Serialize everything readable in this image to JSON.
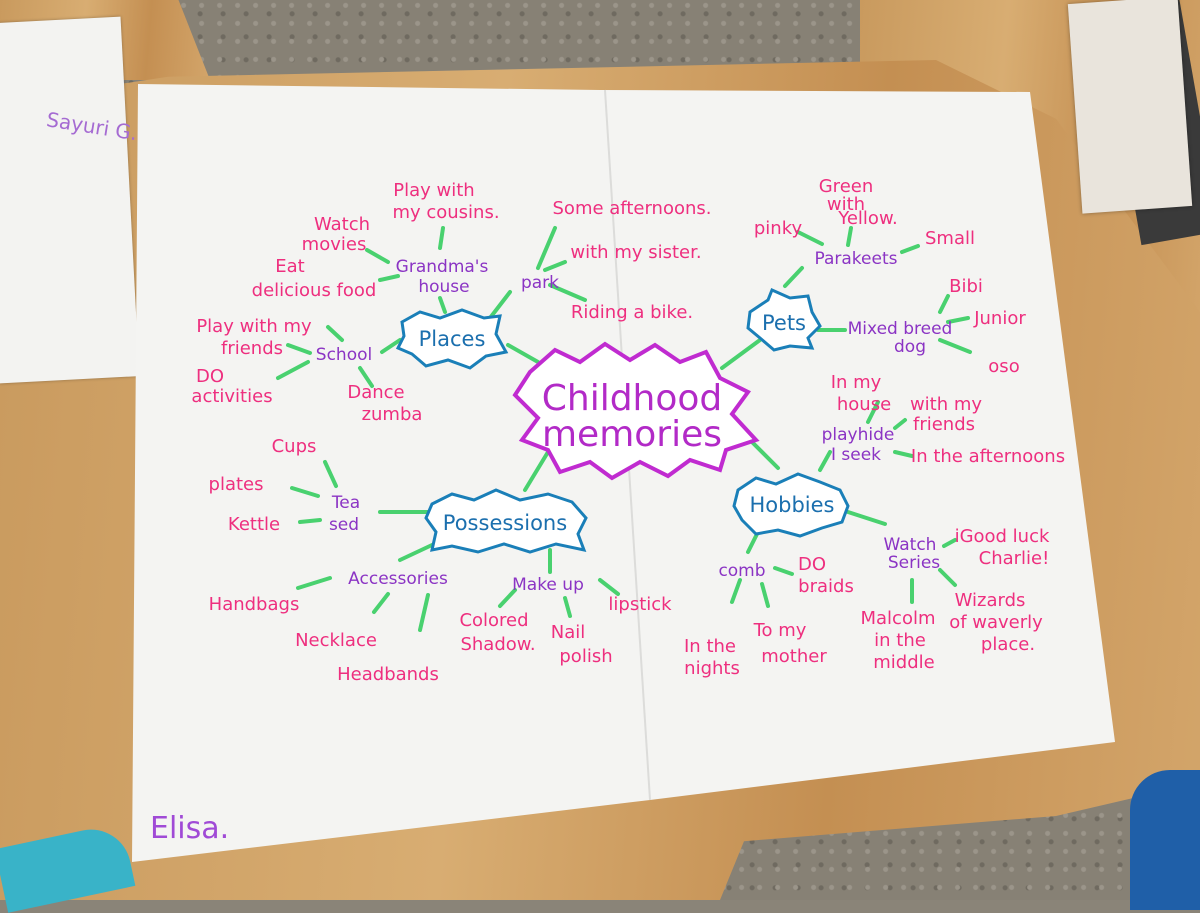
{
  "side_paper_name": "Sayuri G.",
  "center": {
    "line1": "Childhood",
    "line2": "memories"
  },
  "categories": {
    "places": "Places",
    "pets": "Pets",
    "possessions": "Possessions",
    "hobbies": "Hobbies"
  },
  "places": {
    "grandma_line1": "Grandma's",
    "grandma_line2": "house",
    "park": "park",
    "school": "School",
    "play_cousins_1": "Play with",
    "play_cousins_2": "my cousins.",
    "watch_1": "Watch",
    "watch_2": "movies",
    "eat_1": "Eat",
    "eat_2": "delicious food",
    "some_afternoons": "Some afternoons.",
    "with_sister": "with my sister.",
    "riding": "Riding a bike.",
    "play_friends_1": "Play with my",
    "play_friends_2": "friends",
    "do_1": "DO",
    "do_2": "activities",
    "dance_1": "Dance",
    "dance_2": "zumba"
  },
  "pets": {
    "parakeets": "Parakeets",
    "mixed_1": "Mixed breed",
    "mixed_2": "dog",
    "pinky": "pinky",
    "green_1": "Green",
    "green_2": "with",
    "green_3": "Yellow.",
    "small": "Small",
    "bibi": "Bibi",
    "junior": "Junior",
    "oso": "oso"
  },
  "possessions": {
    "tea_1": "Tea",
    "tea_2": "sed",
    "accessories": "Accessories",
    "makeup": "Make up",
    "cups": "Cups",
    "plates": "plates",
    "kettle": "Kettle",
    "handbags": "Handbags",
    "necklace": "Necklace",
    "headbands": "Headbands",
    "colored_1": "Colored",
    "colored_2": "Shadow.",
    "nail_1": "Nail",
    "nail_2": "polish",
    "lipstick": "lipstick"
  },
  "hobbies": {
    "playhide_1": "playhide",
    "playhide_2": "I seek",
    "comb": "comb",
    "watch_1": "Watch",
    "watch_2": "Series",
    "in_my_1": "In my",
    "in_my_2": "house",
    "with_friends_1": "with my",
    "with_friends_2": "friends",
    "in_afternoons": "In the afternoons",
    "do_braids_1": "DO",
    "do_braids_2": "braids",
    "in_nights_1": "In the",
    "in_nights_2": "nights",
    "to_mother_1": "To my",
    "to_mother_2": "mother",
    "good_luck_1": "iGood luck",
    "good_luck_2": "Charlie!",
    "malcolm_1": "Malcolm",
    "malcolm_2": "in the",
    "malcolm_3": "middle",
    "wizards_1": "Wizards",
    "wizards_2": "of waverly",
    "wizards_3": "place."
  },
  "signature": "Elisa.",
  "colors": {
    "pink_text": "#ee2f7f",
    "purple_text": "#8b34c4",
    "blue_text": "#1b6fae",
    "center_text": "#b22ac7",
    "lines": "#49d16f",
    "paper": "#f4f4f2"
  }
}
